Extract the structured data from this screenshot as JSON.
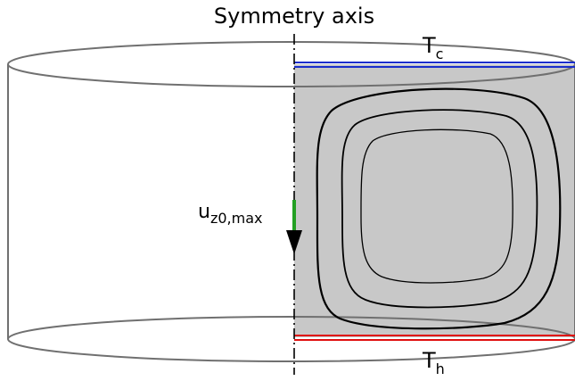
{
  "diagram": {
    "title": "Symmetry axis",
    "cold_label": {
      "main": "T",
      "sub": "c"
    },
    "hot_label": {
      "main": "T",
      "sub": "h"
    },
    "velocity_label": {
      "main": "u",
      "sub": "z0,max"
    },
    "colors": {
      "cold_plate": "#1a2ecc",
      "hot_plate": "#e01010",
      "velocity_arrow": "#22a022",
      "fluid_region": "#c8c8c8",
      "cylinder_outline": "#707070"
    }
  }
}
